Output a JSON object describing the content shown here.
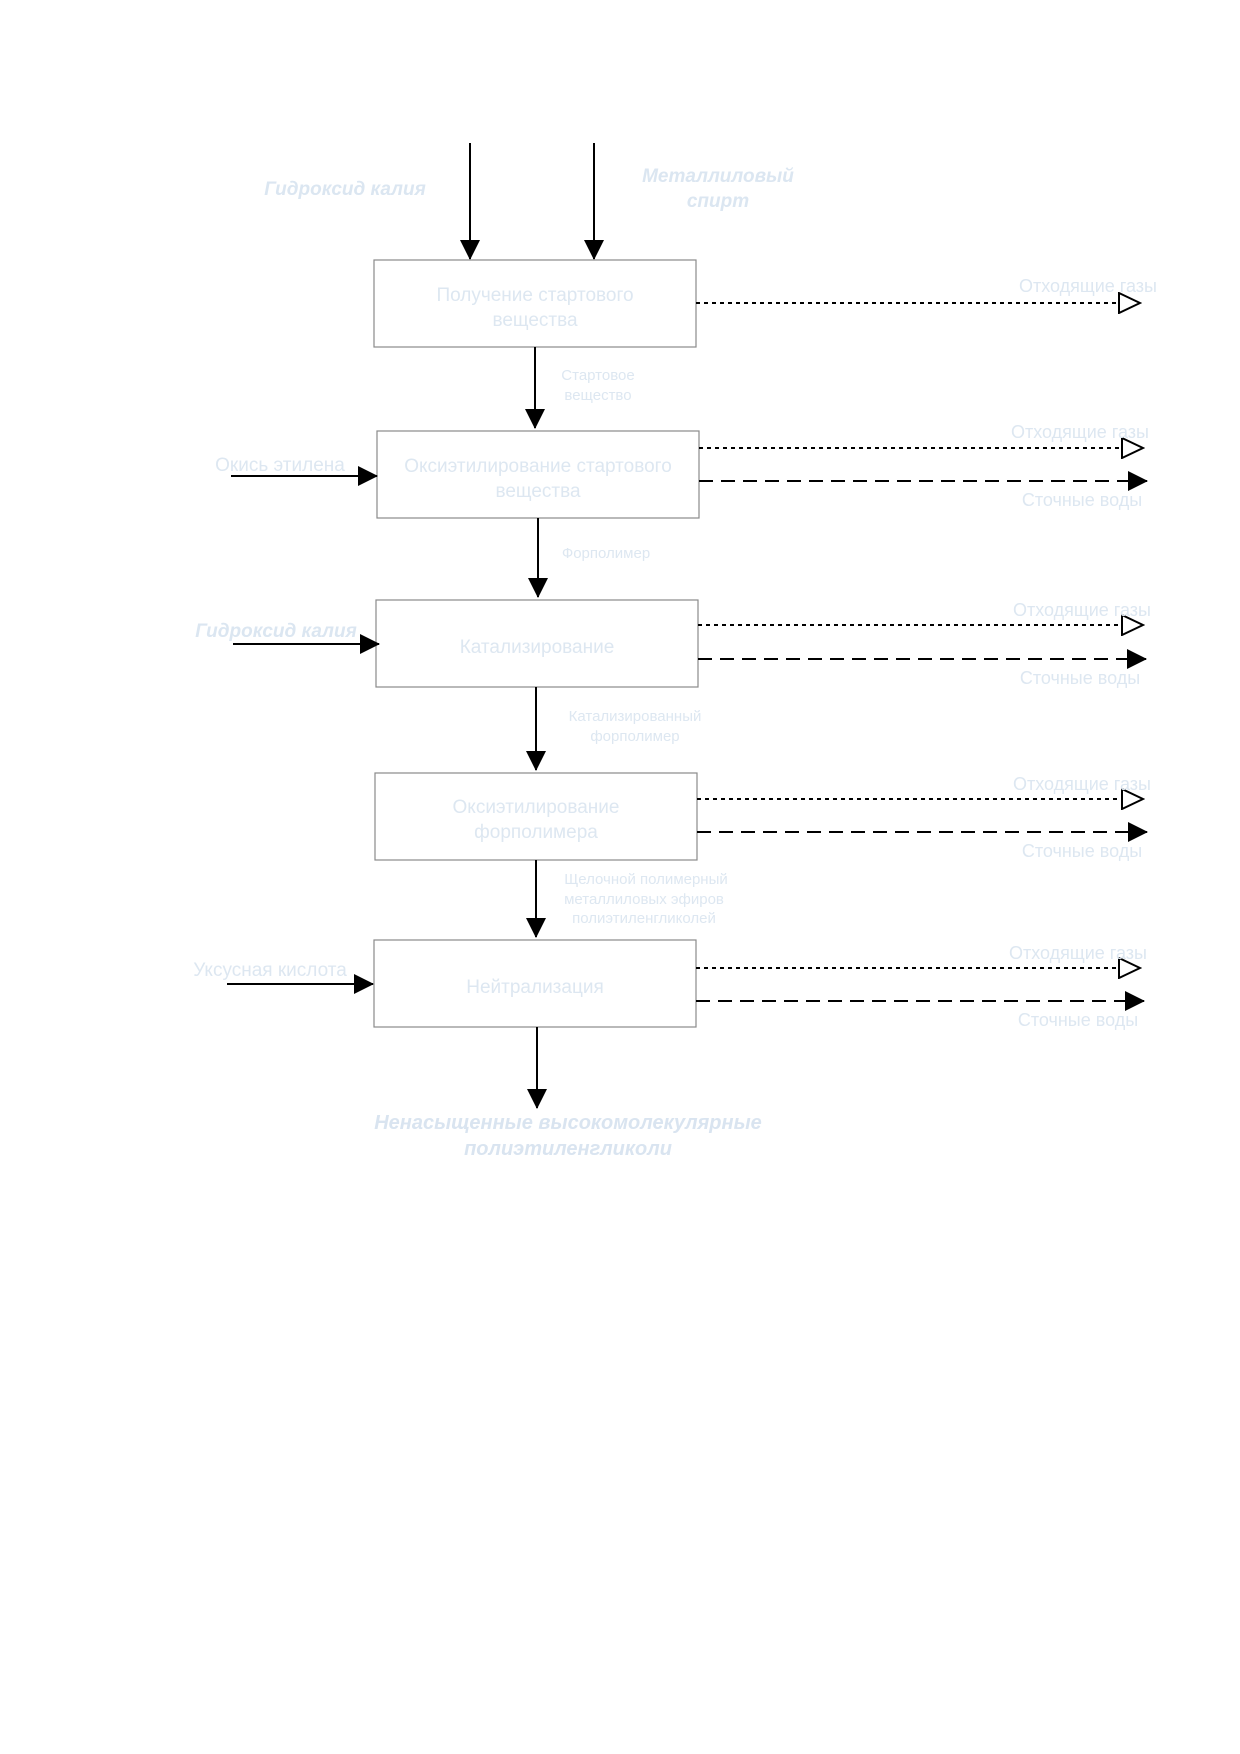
{
  "inputs": {
    "top_left": "Гидроксид калия",
    "top_right_line1": "Металлиловый",
    "top_right_line2": "спирт",
    "stage2": "Окись этилена",
    "stage3": "Гидроксид калия",
    "stage5": "Уксусная кислота"
  },
  "stages": [
    {
      "line1": "Получение стартового",
      "line2": "вещества"
    },
    {
      "line1": "Оксиэтилирование стартового",
      "line2": "вещества"
    },
    {
      "line1": "Катализирование",
      "line2": ""
    },
    {
      "line1": "Оксиэтилирование",
      "line2": "форполимера"
    },
    {
      "line1": "Нейтрализация",
      "line2": ""
    }
  ],
  "flows": {
    "f1_line1": "Стартовое",
    "f1_line2": "вещество",
    "f2": "Форполимер",
    "f3_line1": "Катализированный",
    "f3_line2": "форполимер",
    "f4_line1": "Щелочной полимерный",
    "f4_line2": "металлиловых эфиров",
    "f4_line3": "полиэтиленгликолей"
  },
  "outputs": {
    "gas": "Отходящие газы",
    "water": "Сточные воды"
  },
  "product": {
    "line1": "Ненасыщенные высокомолекулярные",
    "line2": "полиэтиленгликоли"
  }
}
